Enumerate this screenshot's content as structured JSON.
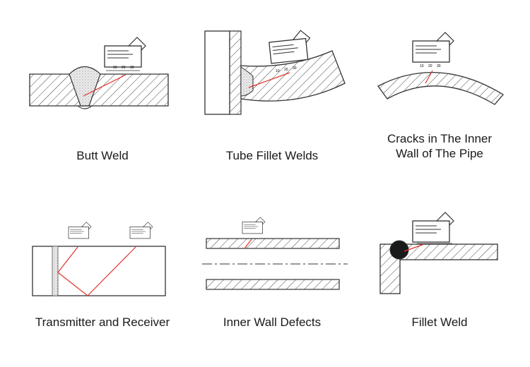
{
  "panels": [
    {
      "id": "butt-weld",
      "caption": "Butt Weld",
      "scale_labels": [
        "10",
        "20",
        "30"
      ]
    },
    {
      "id": "tube-fillet-welds",
      "caption": "Tube Fillet Welds",
      "scale_labels": [
        "10",
        "20",
        "30"
      ]
    },
    {
      "id": "inner-wall-cracks",
      "caption_lines": [
        "Cracks in The Inner",
        "Wall of The Pipe"
      ],
      "scale_labels": [
        "10",
        "20",
        "30"
      ]
    },
    {
      "id": "transmitter-receiver",
      "caption": "Transmitter and Receiver"
    },
    {
      "id": "inner-wall-defects",
      "caption": "Inner Wall Defects"
    },
    {
      "id": "fillet-weld",
      "caption": "Fillet Weld"
    }
  ],
  "colors": {
    "line": "#333333",
    "beam": "#e0312a",
    "weld_fill": "#dcdcdc",
    "defect": "#1a1a1a",
    "background": "#ffffff"
  },
  "icons": [
    "ultrasonic-probe-icon",
    "weld-bead-icon",
    "sound-beam-icon"
  ]
}
